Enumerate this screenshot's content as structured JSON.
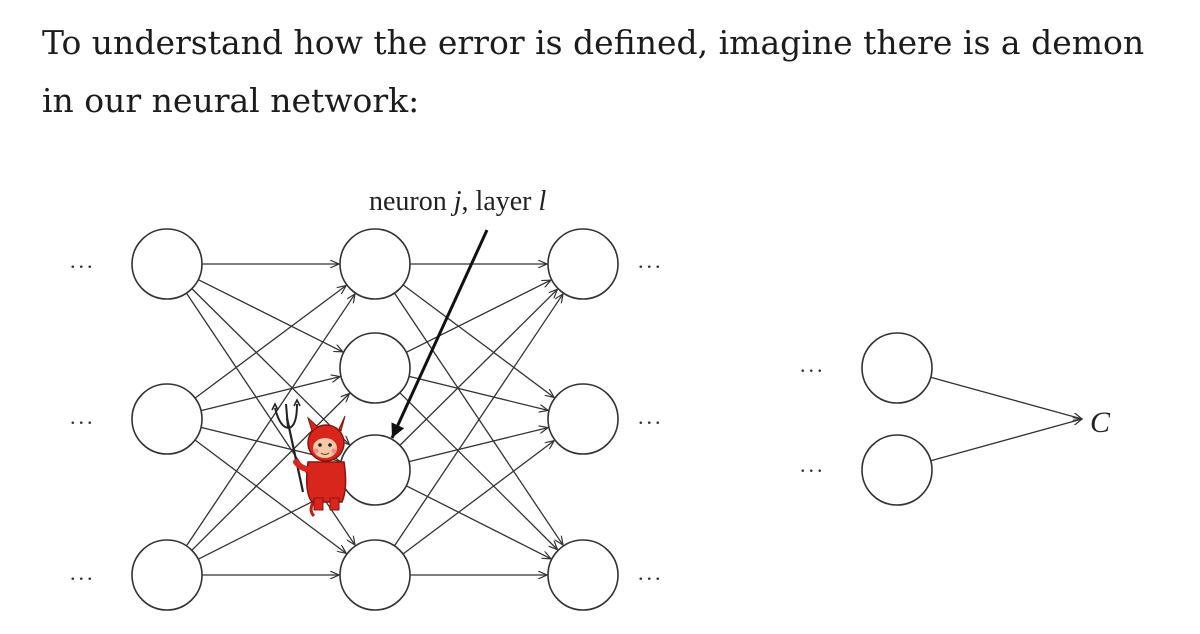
{
  "text": {
    "intro": "To understand how the error is defined, imagine there is a demon in our neural network:"
  },
  "diagram": {
    "label": {
      "prefix": "neuron ",
      "neuron_var": "j",
      "middle": ", layer ",
      "layer_var": "l"
    },
    "ellipsis": "...",
    "output": "C",
    "icons": {
      "demon": "demon-with-pitchfork-icon"
    },
    "colors": {
      "stroke": "#333333",
      "neuron_fill": "#ffffff",
      "demon_body": "#d8261c",
      "demon_face": "#f6c9a6"
    }
  }
}
